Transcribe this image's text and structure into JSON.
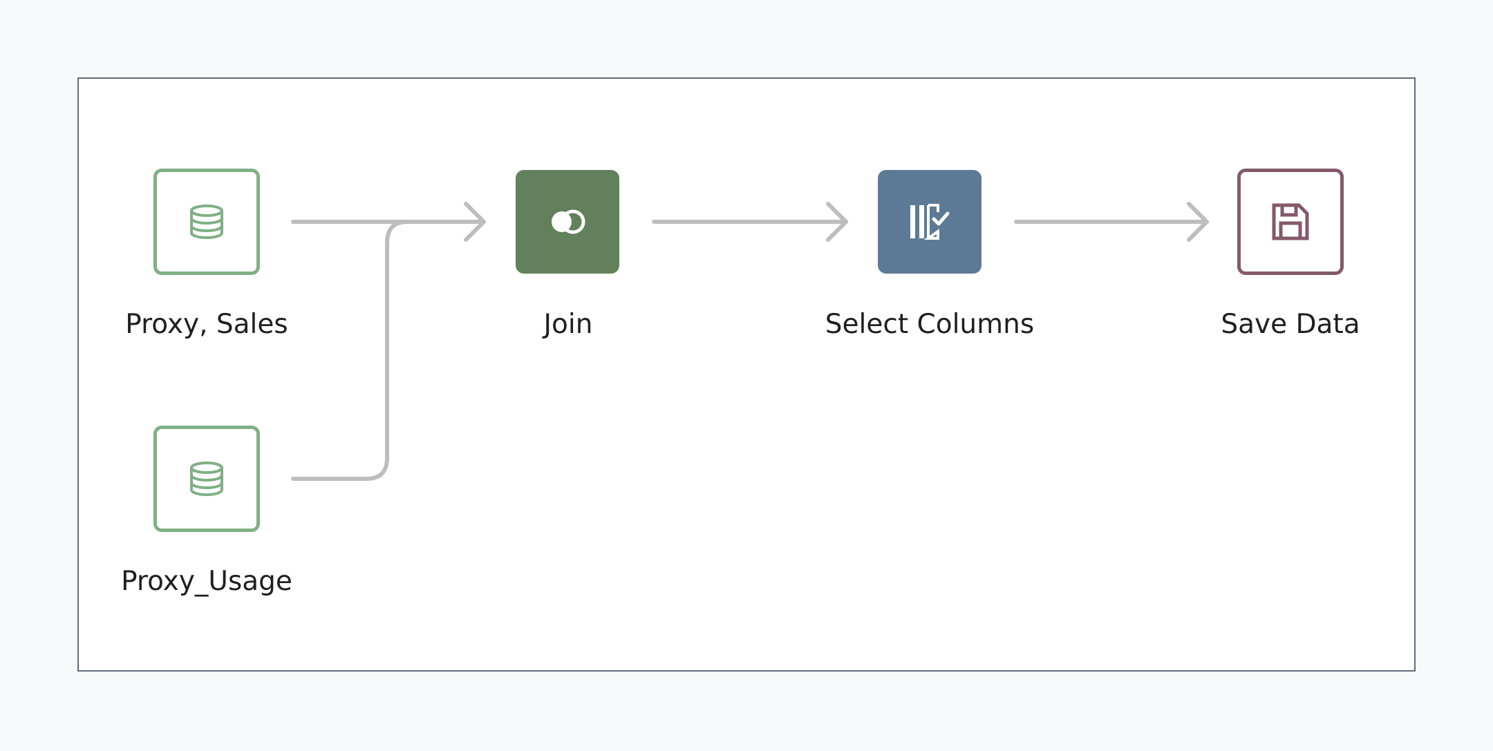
{
  "colors": {
    "page_background": "#f8f9fb",
    "canvas_background": "#ffffff",
    "canvas_border": "#5f6b7f",
    "connector": "#bdbdbd",
    "dataset_node_border": "#7fb084",
    "join_node_fill": "#62805b",
    "select_columns_node_fill": "#5c7a96",
    "save_data_node_border": "#84596a"
  },
  "flow": {
    "nodes": [
      {
        "id": "proxy-sales",
        "label": "Proxy, Sales",
        "icon": "database-icon",
        "style": "outline"
      },
      {
        "id": "proxy-usage",
        "label": "Proxy_Usage",
        "icon": "database-icon",
        "style": "outline"
      },
      {
        "id": "join",
        "label": "Join",
        "icon": "join-icon",
        "style": "solid"
      },
      {
        "id": "select-columns",
        "label": "Select Columns",
        "icon": "select-columns-icon",
        "style": "solid"
      },
      {
        "id": "save-data",
        "label": "Save Data",
        "icon": "save-icon",
        "style": "outline"
      }
    ],
    "edges": [
      {
        "from": "proxy-sales",
        "to": "join"
      },
      {
        "from": "proxy-usage",
        "to": "join"
      },
      {
        "from": "join",
        "to": "select-columns"
      },
      {
        "from": "select-columns",
        "to": "save-data"
      }
    ]
  }
}
